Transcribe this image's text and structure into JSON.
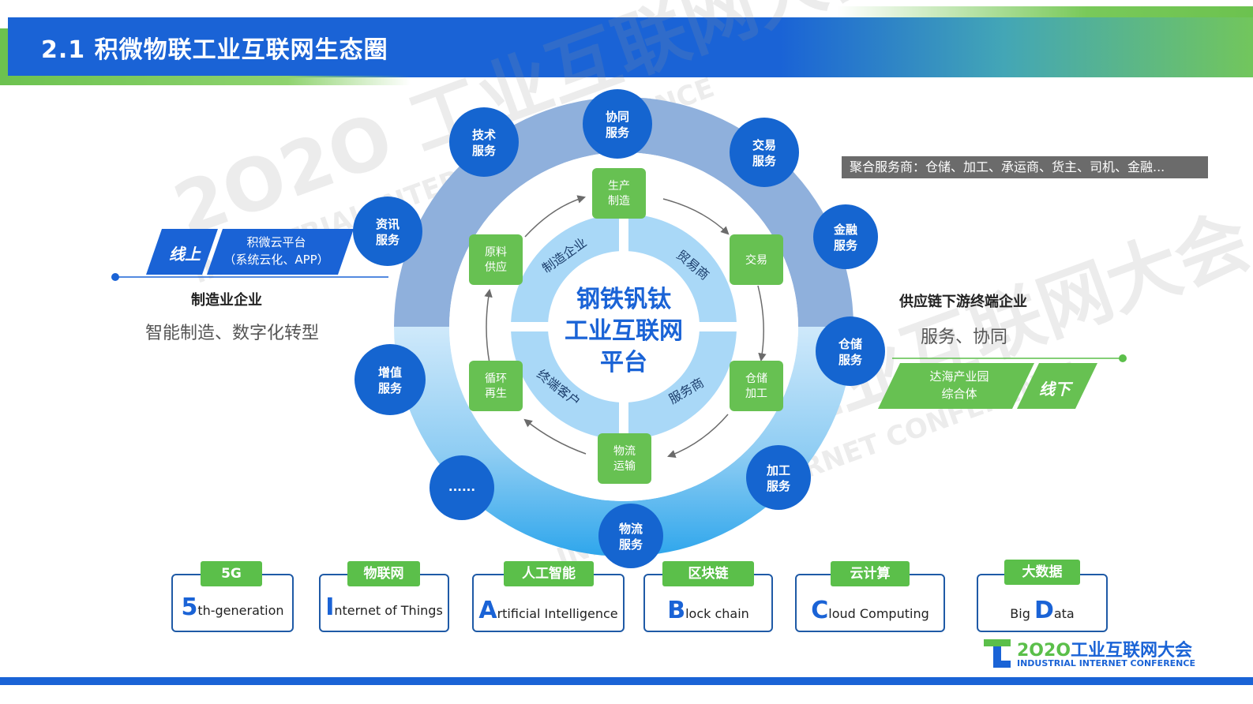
{
  "header": {
    "title": "2.1 积微物联工业互联网生态圈"
  },
  "center": {
    "line1": "钢铁钒钛",
    "line2": "工业互联网",
    "line3": "平台"
  },
  "sectors": {
    "top_left": "制造企业",
    "top_right": "贸易商",
    "bottom_right": "服务商",
    "bottom_left": "终端客户"
  },
  "inner_boxes": [
    {
      "label1": "生产",
      "label2": "制造"
    },
    {
      "label1": "交易",
      "label2": ""
    },
    {
      "label1": "仓储",
      "label2": "加工"
    },
    {
      "label1": "物流",
      "label2": "运输"
    },
    {
      "label1": "循环",
      "label2": "再生"
    },
    {
      "label1": "原料",
      "label2": "供应"
    }
  ],
  "services": [
    {
      "label1": "协同",
      "label2": "服务"
    },
    {
      "label1": "交易",
      "label2": "服务"
    },
    {
      "label1": "金融",
      "label2": "服务"
    },
    {
      "label1": "仓储",
      "label2": "服务"
    },
    {
      "label1": "加工",
      "label2": "服务"
    },
    {
      "label1": "物流",
      "label2": "服务"
    },
    {
      "label1": "......",
      "label2": ""
    },
    {
      "label1": "增值",
      "label2": "服务"
    },
    {
      "label1": "资讯",
      "label2": "服务"
    },
    {
      "label1": "技术",
      "label2": "服务"
    }
  ],
  "left": {
    "tag": "线上",
    "platform1": "积微云平台",
    "platform2": "（系统云化、APP）",
    "heading": "制造业企业",
    "sub": "智能制造、数字化转型"
  },
  "right": {
    "aggregator": "聚合服务商：仓储、加工、承运商、货主、司机、金融...",
    "heading": "供应链下游终端企业",
    "sub": "服务、协同",
    "park1": "达海产业园",
    "park2": "综合体",
    "tag": "线下"
  },
  "tech": [
    {
      "tag": "5G",
      "big": "5",
      "rest": "th-generation",
      "prefix": ""
    },
    {
      "tag": "物联网",
      "big": "I",
      "rest": "nternet of Things",
      "prefix": ""
    },
    {
      "tag": "人工智能",
      "big": "A",
      "rest": "rtificial Intelligence",
      "prefix": ""
    },
    {
      "tag": "区块链",
      "big": "B",
      "rest": "lock chain",
      "prefix": ""
    },
    {
      "tag": "云计算",
      "big": "C",
      "rest": "loud Computing",
      "prefix": ""
    },
    {
      "tag": "大数据",
      "big": "D",
      "rest": "ata",
      "prefix": "Big "
    }
  ],
  "logo": {
    "year": "2O2O",
    "cn": "工业互联网大会",
    "en": "INDUSTRIAL INTERNET CONFERENCE"
  },
  "watermark": {
    "cn": "2O2O 工业互联网大会",
    "en": "INDUSTRIAL INTERNET CONFERENCE"
  },
  "colors": {
    "blue": "#1a63d6",
    "green": "#5bbf4a",
    "ring_outer": "#8fb0dc",
    "ring_light": "#a9d8f7"
  }
}
